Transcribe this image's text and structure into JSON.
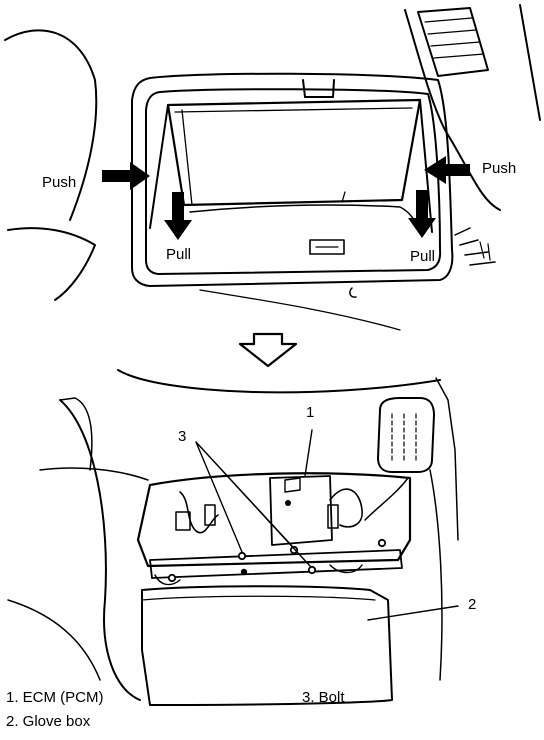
{
  "figure": {
    "top": {
      "push_left": "Push",
      "push_right": "Push",
      "pull_left": "Pull",
      "pull_right": "Pull"
    },
    "bottom": {
      "callout_1": "1",
      "callout_2": "2",
      "callout_3": "3"
    },
    "legend": [
      "1. ECM (PCM)",
      "2. Glove box",
      "3. Bolt"
    ]
  }
}
